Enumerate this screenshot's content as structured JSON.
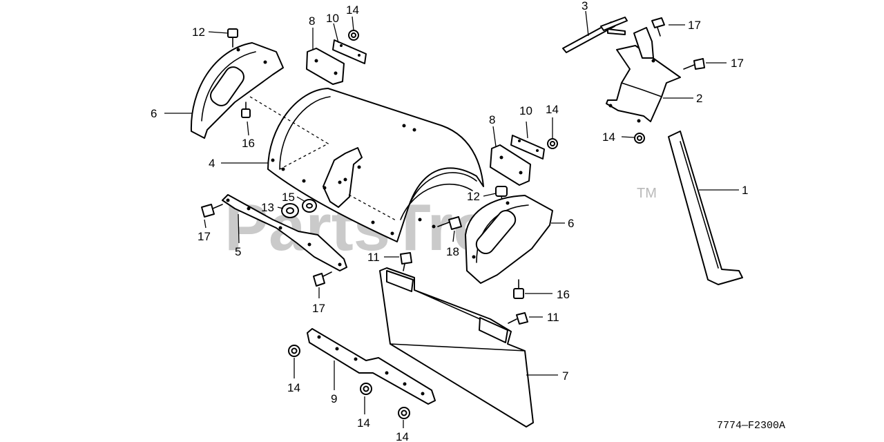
{
  "diagram": {
    "callouts": [
      {
        "label": "12"
      },
      {
        "label": "8"
      },
      {
        "label": "10"
      },
      {
        "label": "14"
      },
      {
        "label": "3"
      },
      {
        "label": "17"
      },
      {
        "label": "17"
      },
      {
        "label": "6"
      },
      {
        "label": "16"
      },
      {
        "label": "2"
      },
      {
        "label": "8"
      },
      {
        "label": "10"
      },
      {
        "label": "14"
      },
      {
        "label": "14"
      },
      {
        "label": "4"
      },
      {
        "label": "1"
      },
      {
        "label": "12"
      },
      {
        "label": "15"
      },
      {
        "label": "13"
      },
      {
        "label": "6"
      },
      {
        "label": "17"
      },
      {
        "label": "5"
      },
      {
        "label": "18"
      },
      {
        "label": "11"
      },
      {
        "label": "16"
      },
      {
        "label": "17"
      },
      {
        "label": "11"
      },
      {
        "label": "7"
      },
      {
        "label": "14"
      },
      {
        "label": "9"
      },
      {
        "label": "14"
      },
      {
        "label": "14"
      }
    ],
    "diagram_code": "7774—F2300A",
    "watermark": {
      "text": "PartsTree",
      "trademark": "TM"
    }
  }
}
